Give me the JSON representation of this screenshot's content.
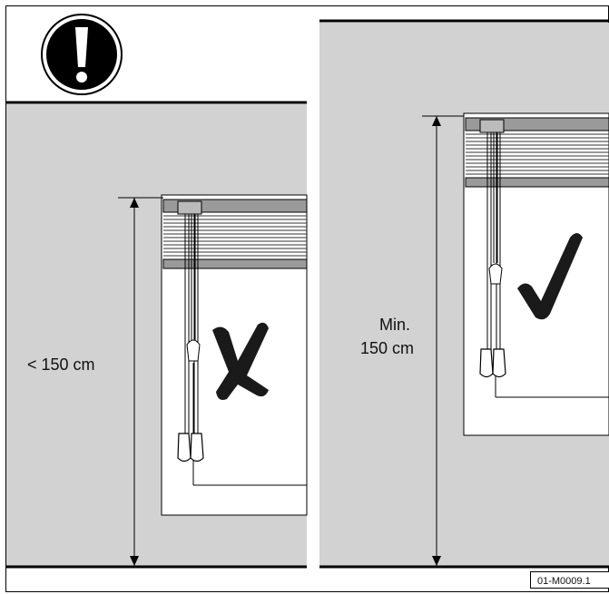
{
  "warning": {
    "icon": "exclamation-icon"
  },
  "left_panel": {
    "height_label": "< 150 cm",
    "verdict_icon": "cross-mark-icon"
  },
  "right_panel": {
    "height_label_line1": "Min.",
    "height_label_line2": "150 cm",
    "verdict_icon": "check-mark-icon"
  },
  "figure_code": "01-M0009.1",
  "colors": {
    "wall": "#d2d2d2",
    "line": "#000000",
    "paper": "#ffffff",
    "mark": "#1a1a1a"
  }
}
